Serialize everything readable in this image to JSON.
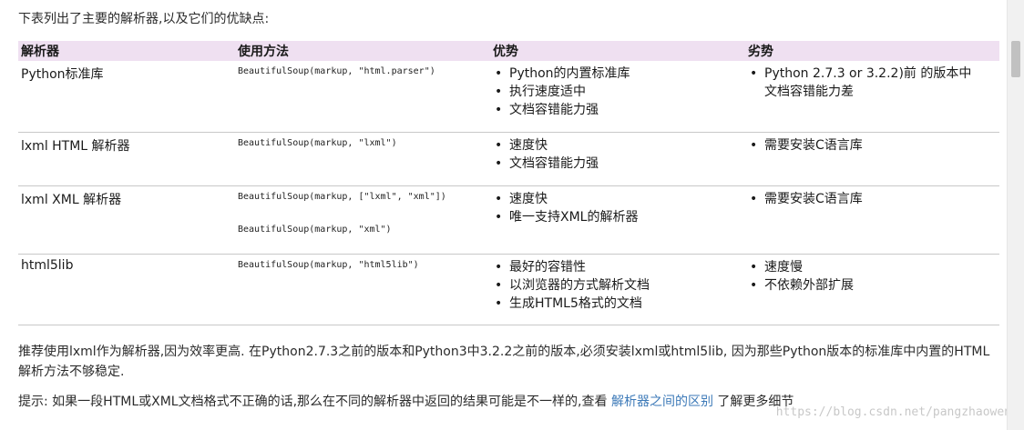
{
  "intro": "下表列出了主要的解析器,以及它们的优缺点:",
  "table": {
    "headers": [
      "解析器",
      "使用方法",
      "优势",
      "劣势"
    ],
    "rows": [
      {
        "name": "Python标准库",
        "usage": [
          "BeautifulSoup(markup, \"html.parser\")"
        ],
        "advantages": [
          "Python的内置标准库",
          "执行速度适中",
          "文档容错能力强"
        ],
        "disadvantages": [
          "Python 2.7.3 or 3.2.2)前 的版本中文档容错能力差"
        ]
      },
      {
        "name": "lxml HTML 解析器",
        "usage": [
          "BeautifulSoup(markup, \"lxml\")"
        ],
        "advantages": [
          "速度快",
          "文档容错能力强"
        ],
        "disadvantages": [
          "需要安装C语言库"
        ]
      },
      {
        "name": "lxml XML 解析器",
        "usage": [
          "BeautifulSoup(markup, [\"lxml\", \"xml\"])",
          "BeautifulSoup(markup, \"xml\")"
        ],
        "advantages": [
          "速度快",
          "唯一支持XML的解析器"
        ],
        "disadvantages": [
          "需要安装C语言库"
        ]
      },
      {
        "name": "html5lib",
        "usage": [
          "BeautifulSoup(markup, \"html5lib\")"
        ],
        "advantages": [
          "最好的容错性",
          "以浏览器的方式解析文档",
          "生成HTML5格式的文档"
        ],
        "disadvantages": [
          "速度慢",
          "不依赖外部扩展"
        ]
      }
    ]
  },
  "note1": "推荐使用lxml作为解析器,因为效率更高. 在Python2.7.3之前的版本和Python3中3.2.2之前的版本,必须安装lxml或html5lib, 因为那些Python版本的标准库中内置的HTML解析方法不够稳定.",
  "note2": {
    "prefix": "提示: 如果一段HTML或XML文档格式不正确的话,那么在不同的解析器中返回的结果可能是不一样的,查看 ",
    "link": "解析器之间的区别",
    "suffix": " 了解更多细节"
  },
  "watermark": "https://blog.csdn.net/pangzhaowen"
}
